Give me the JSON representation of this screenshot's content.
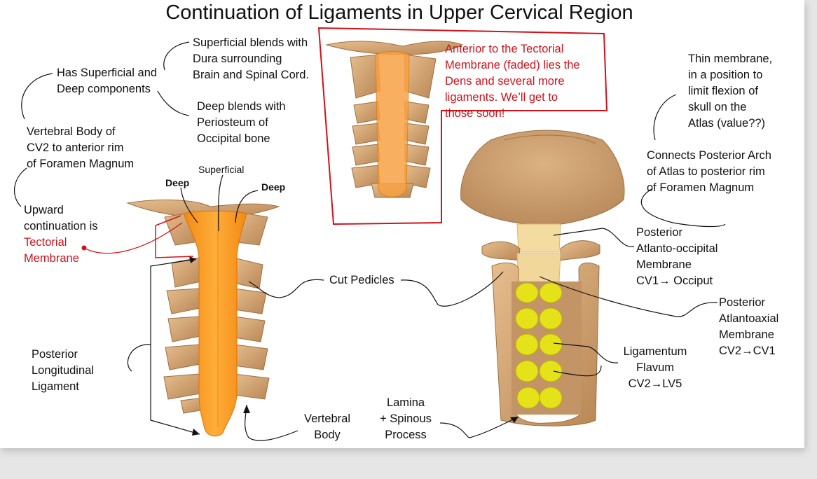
{
  "title": "Continuation of Ligaments in Upper Cervical Region",
  "labels": {
    "has_components": [
      "Has Superficial and",
      "Deep components"
    ],
    "superficial_blends": [
      "Superficial blends with",
      "Dura surrounding",
      "Brain and Spinal Cord."
    ],
    "deep_blends": [
      "Deep blends with",
      "Periosteum of",
      "Occipital bone"
    ],
    "vertebral_body_cv2": [
      "Vertebral Body of",
      "CV2 to anterior rim",
      "of Foramen Magnum"
    ],
    "upward_continuation": [
      "Upward",
      "continuation is"
    ],
    "tectorial": [
      "Tectorial",
      "Membrane"
    ],
    "superficial": "Superficial",
    "deep_left": "Deep",
    "deep_right": "Deep",
    "anterior_note": [
      "Anterior to the Tectorial",
      "Membrane (faded) lies the",
      "Dens and several more",
      "ligaments.  We’ll get to",
      "those soon!"
    ],
    "thin_membrane": [
      "Thin membrane,",
      "in a position to",
      "limit flexion of",
      "skull on the",
      "Atlas (value??)"
    ],
    "connects": [
      "Connects Posterior Arch",
      "of Atlas to posterior rim",
      "of Foramen Magnum"
    ],
    "posterior_ao": [
      "Posterior",
      "Atlanto-occipital",
      "Membrane",
      "CV1→ Occiput"
    ],
    "cut_pedicles": "Cut Pedicles",
    "posterior_aa": [
      "Posterior",
      "Atlantoaxial",
      "Membrane",
      "CV2→CV1"
    ],
    "ligamentum_flavum": [
      "Ligamentum",
      "Flavum",
      "CV2→LV5"
    ],
    "pll": [
      "Posterior",
      "Longitudinal",
      "Ligament"
    ],
    "vertebral_body": [
      "Vertebral",
      "Body"
    ],
    "lamina": [
      "Lamina",
      "+ Spinous",
      "Process"
    ]
  },
  "colors": {
    "bone": "#d7a877",
    "bone_dark": "#a97a4d",
    "ligament_orange": "#f7951d",
    "ligament_yellow": "#e6e21a",
    "membrane_pale": "#f4dca0",
    "accent_red": "#d0121b"
  },
  "images": {
    "left_spine": "cervical spine anterior view with orange posterior longitudinal ligament",
    "top_spine": "cervical spine with faded ligament",
    "right_spine": "skull base and cervical spine posterior view with yellow ligamentum flavum"
  }
}
